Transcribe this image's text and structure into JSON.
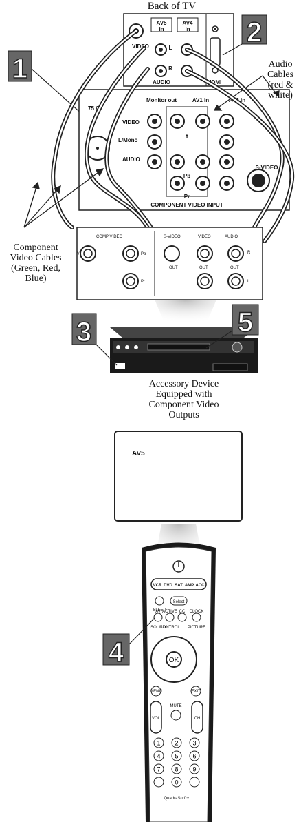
{
  "tv_back": {
    "title": "Back of TV",
    "av5": "AV5",
    "av5_in": "in",
    "av4": "AV4",
    "av4_in": "in",
    "video": "VIDEO",
    "l": "L",
    "r": "R",
    "audio": "AUDIO",
    "hdmi": "HDMI",
    "monitor_out": "Monitor out",
    "av1_in": "AV1 in",
    "av2_in": "AV2 in",
    "ohm": "75 Ω",
    "video_jack": "VIDEO",
    "lmono": "L/Mono",
    "audio_jack": "AUDIO",
    "y": "Y",
    "pb": "Pb",
    "pr": "Pr",
    "component_video_input": "COMPONENT VIDEO INPUT",
    "svideo": "S-VIDEO"
  },
  "labels": {
    "audio_cables": [
      "Audio",
      "Cables",
      "(red &",
      "white)"
    ],
    "component_cables": [
      "Component",
      "Video Cables",
      "(Green, Red,",
      "Blue)"
    ],
    "accessory": [
      "Accessory Device",
      "Equipped with",
      "Component Video",
      "Outputs"
    ]
  },
  "device_panel": {
    "comp_video": "COMP VIDEO",
    "y": "Y",
    "pb": "Pb",
    "pr": "Pr",
    "svideo": "S-VIDEO",
    "video": "VIDEO",
    "audio": "AUDIO",
    "out": "OUT",
    "r": "R",
    "l": "L"
  },
  "screen": {
    "text": "AV5"
  },
  "steps": [
    "1",
    "2",
    "3",
    "4",
    "5"
  ],
  "remote": {
    "sources": [
      "VCR",
      "DVD",
      "SAT",
      "AMP",
      "ACC"
    ],
    "select": "Select",
    "sleep": "SLEEP",
    "av": "AV",
    "active": "ACTIVE",
    "cc": "CC",
    "clock": "CLOCK",
    "sound": "SOUND",
    "control": "CONTROL",
    "picture": "PICTURE",
    "ok": "OK",
    "menu": "MENU",
    "exit": "EXIT",
    "vol": "VOL",
    "ch": "CH",
    "mute": "MUTE",
    "digits": [
      "1",
      "2",
      "3",
      "4",
      "5",
      "6",
      "7",
      "8",
      "9",
      "",
      "0",
      ""
    ],
    "quadrasurf": "QuadraSurf™"
  }
}
